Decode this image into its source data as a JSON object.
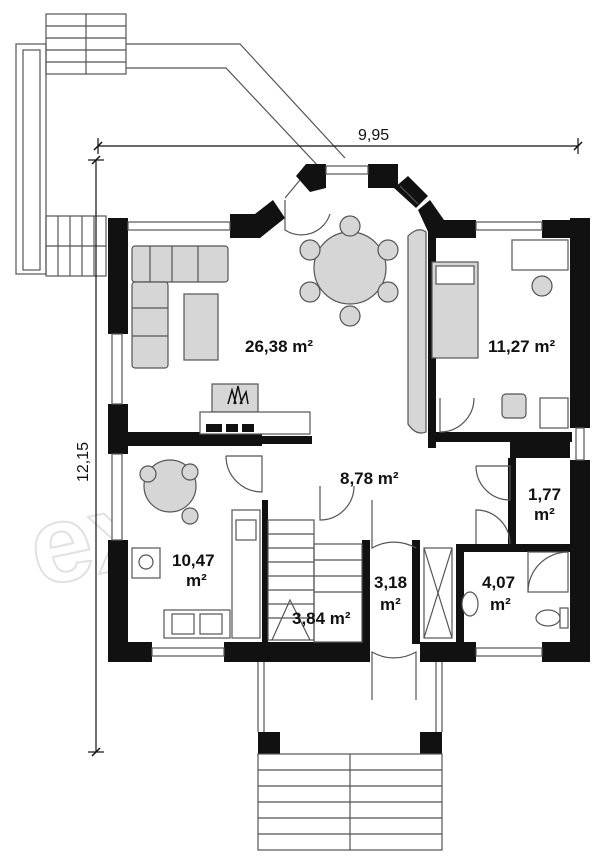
{
  "plan": {
    "dimensions": {
      "width_label": "9,95",
      "depth_label": "12,15"
    },
    "rooms": [
      {
        "key": "living",
        "area": "26,38 m²"
      },
      {
        "key": "bedroom",
        "area": "11,27 m²"
      },
      {
        "key": "hall",
        "area": "8,78 m²"
      },
      {
        "key": "wc",
        "area_value": "1,77",
        "unit": "m²"
      },
      {
        "key": "kitchen",
        "area_value": "10,47",
        "unit": "m²"
      },
      {
        "key": "vestibule",
        "area_value": "3,18",
        "unit": "m²"
      },
      {
        "key": "bathroom",
        "area_value": "4,07",
        "unit": "m²"
      },
      {
        "key": "stairs",
        "area": "3,84 m²"
      }
    ],
    "watermark": "extradom"
  }
}
